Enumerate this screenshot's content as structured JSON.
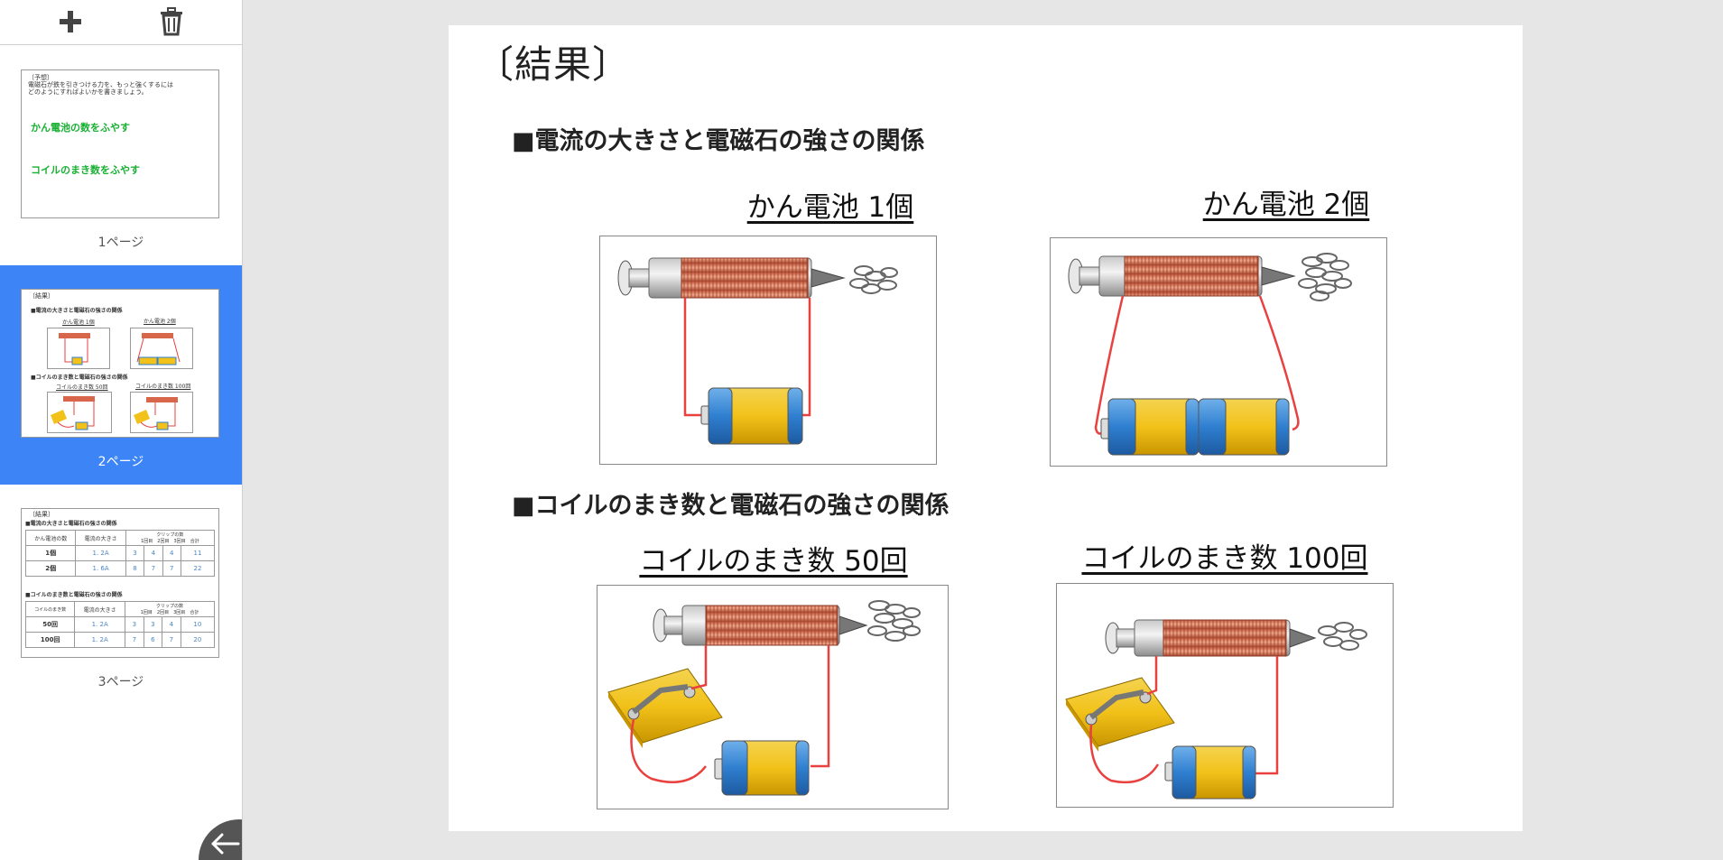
{
  "sidebar": {
    "toolbar": {
      "add_icon": "plus-icon",
      "delete_icon": "trash-icon"
    },
    "pages": [
      {
        "label": "1ページ",
        "selected": false,
        "thumb": {
          "header": "〔予想〕",
          "lines": [
            "電磁石が鉄を引きつける力を、もっと強くするには",
            "どのようにすればよいかを書きましょう。"
          ],
          "green_1": "かん電池の数をふやす",
          "green_2": "コイルのまき数をふやす"
        }
      },
      {
        "label": "2ページ",
        "selected": true,
        "thumb": {
          "title": "〔結果〕",
          "head1": "■電流の大きさと電磁石の強さの関係",
          "cap1": "かん電池 1個",
          "cap2": "かん電池 2個",
          "head2": "■コイルのまき数と電磁石の強さの関係",
          "cap3": "コイルのまき数 50回",
          "cap4": "コイルのまき数 100回"
        }
      },
      {
        "label": "3ページ",
        "selected": false,
        "thumb": {
          "title": "〔結果〕",
          "head1": "■電流の大きさと電磁石の強さの関係",
          "table1": {
            "headers": [
              "かん電池の数",
              "電流の大きさ",
              "1回目",
              "2回目",
              "3回目",
              "合計"
            ],
            "group_header": "クリップの数",
            "rows": [
              [
                "1個",
                "1. 2A",
                "3",
                "4",
                "4",
                "11"
              ],
              [
                "2個",
                "1. 6A",
                "8",
                "7",
                "7",
                "22"
              ]
            ]
          },
          "head2": "■コイルのまき数と電磁石の強さの関係",
          "table2": {
            "headers": [
              "コイルのまき数",
              "電流の大きさ",
              "1回目",
              "2回目",
              "3回目",
              "合計"
            ],
            "group_header": "クリップの数",
            "rows": [
              [
                "50回",
                "1. 2A",
                "3",
                "3",
                "4",
                "10"
              ],
              [
                "100回",
                "1. 2A",
                "7",
                "6",
                "7",
                "20"
              ]
            ]
          }
        }
      }
    ],
    "back_icon": "arrow-left-icon"
  },
  "slide": {
    "title": "〔結果〕",
    "section1": {
      "heading": "■電流の大きさと電磁石の強さの関係",
      "fig1_caption": "かん電池 1個",
      "fig2_caption": "かん電池 2個"
    },
    "section2": {
      "heading": "■コイルのまき数と電磁石の強さの関係",
      "fig3_caption": "コイルのまき数 50回",
      "fig4_caption": "コイルのまき数 100回"
    }
  },
  "colors": {
    "selected": "#3d85f7",
    "coil": "#d8664a",
    "wire": "#e8413f",
    "battery_blue": "#2f7fd0",
    "battery_yellow": "#f2c21a",
    "green_text": "#19b033"
  }
}
